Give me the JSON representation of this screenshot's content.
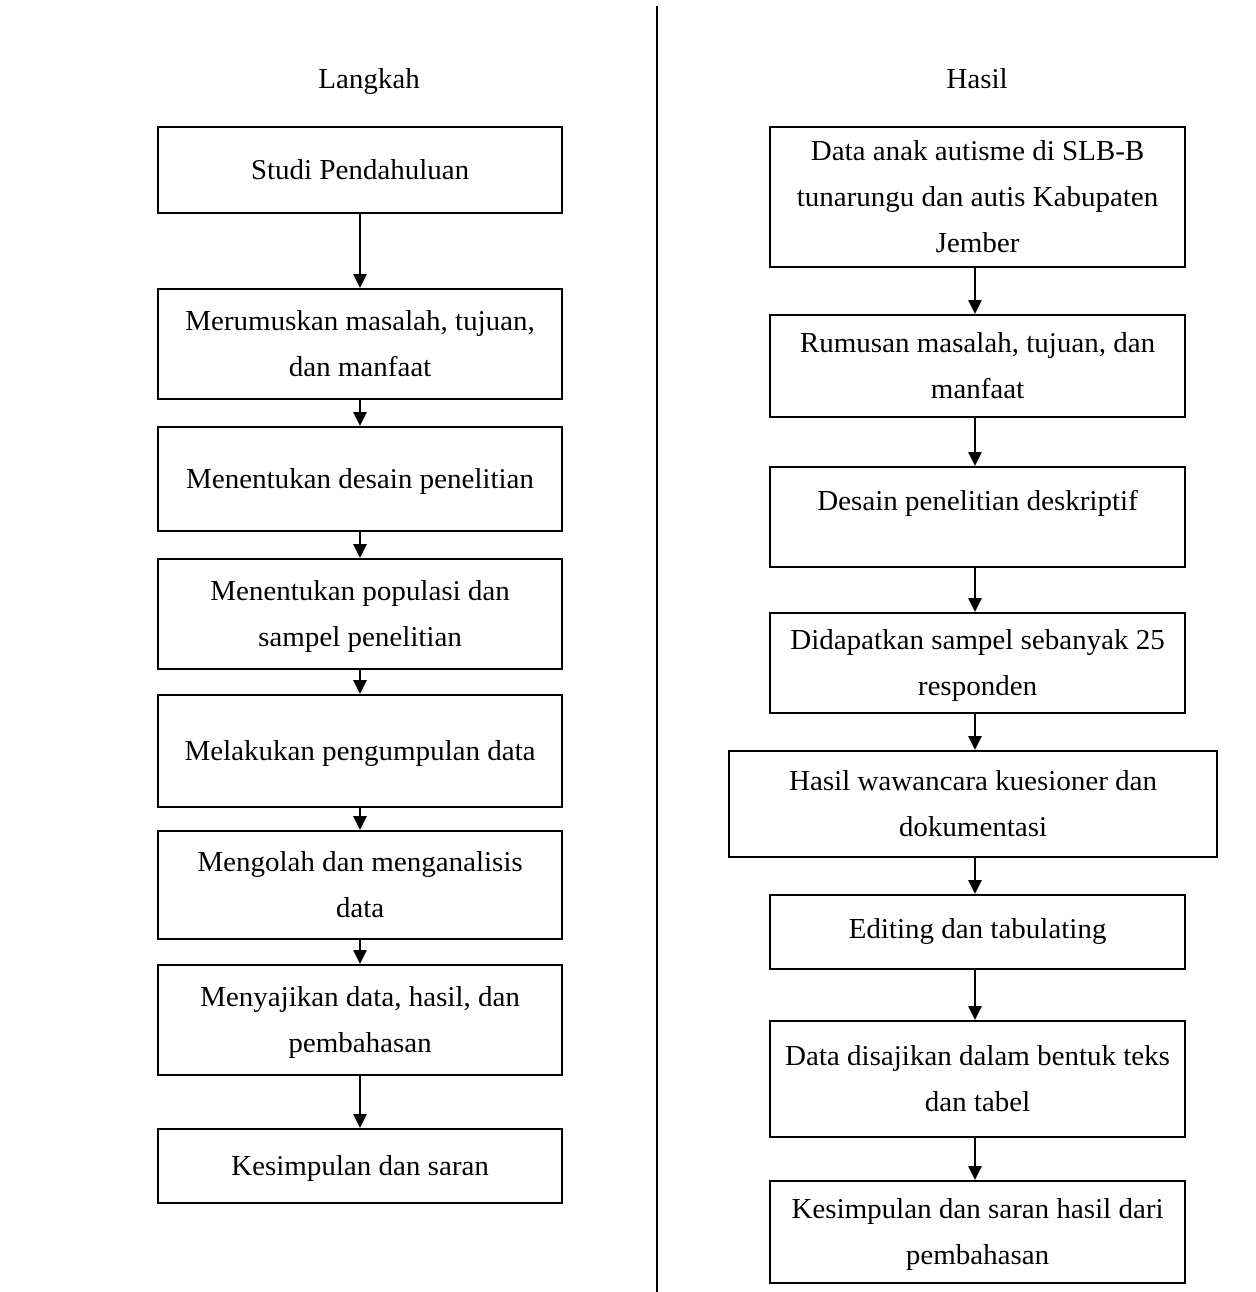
{
  "headings": {
    "left": "Langkah",
    "right": "Hasil"
  },
  "langkah": [
    "Studi Pendahuluan",
    "Merumuskan masalah, tujuan, dan manfaat",
    "Menentukan desain penelitian",
    "Menentukan populasi dan sampel penelitian",
    "Melakukan pengumpulan data",
    "Mengolah dan menganalisis data",
    "Menyajikan data, hasil, dan pembahasan",
    "Kesimpulan dan saran"
  ],
  "hasil": [
    "Data anak autisme di SLB-B tunarungu dan autis Kabupaten Jember",
    "Rumusan masalah, tujuan, dan manfaat",
    "Desain penelitian deskriptif",
    "Didapatkan sampel sebanyak 25 responden",
    "Hasil wawancara kuesioner dan dokumentasi",
    "Editing dan tabulating",
    "Data disajikan dalam bentuk teks dan tabel",
    "Kesimpulan dan saran hasil dari pembahasan"
  ]
}
